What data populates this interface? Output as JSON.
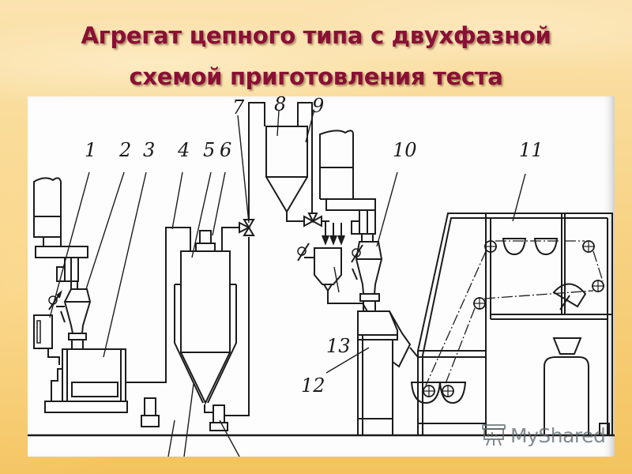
{
  "slide": {
    "title_line1": "Агрегат цепного типа с двухфазной",
    "title_line2": "схемой приготовления теста",
    "title_color": "#8a0f35",
    "background_color": "#f7cf7c"
  },
  "diagram": {
    "type": "equipment-schematic",
    "callouts": [
      {
        "id": "1",
        "label": "1"
      },
      {
        "id": "2",
        "label": "2"
      },
      {
        "id": "3",
        "label": "3"
      },
      {
        "id": "4",
        "label": "4"
      },
      {
        "id": "5",
        "label": "5"
      },
      {
        "id": "6",
        "label": "6"
      },
      {
        "id": "7",
        "label": "7"
      },
      {
        "id": "8",
        "label": "8"
      },
      {
        "id": "9",
        "label": "9"
      },
      {
        "id": "10",
        "label": "10"
      },
      {
        "id": "11",
        "label": "11"
      },
      {
        "id": "12",
        "label": "12"
      },
      {
        "id": "13",
        "label": "13"
      }
    ]
  },
  "watermark": {
    "text": "MyShared",
    "icon": "presentation-board-icon"
  }
}
